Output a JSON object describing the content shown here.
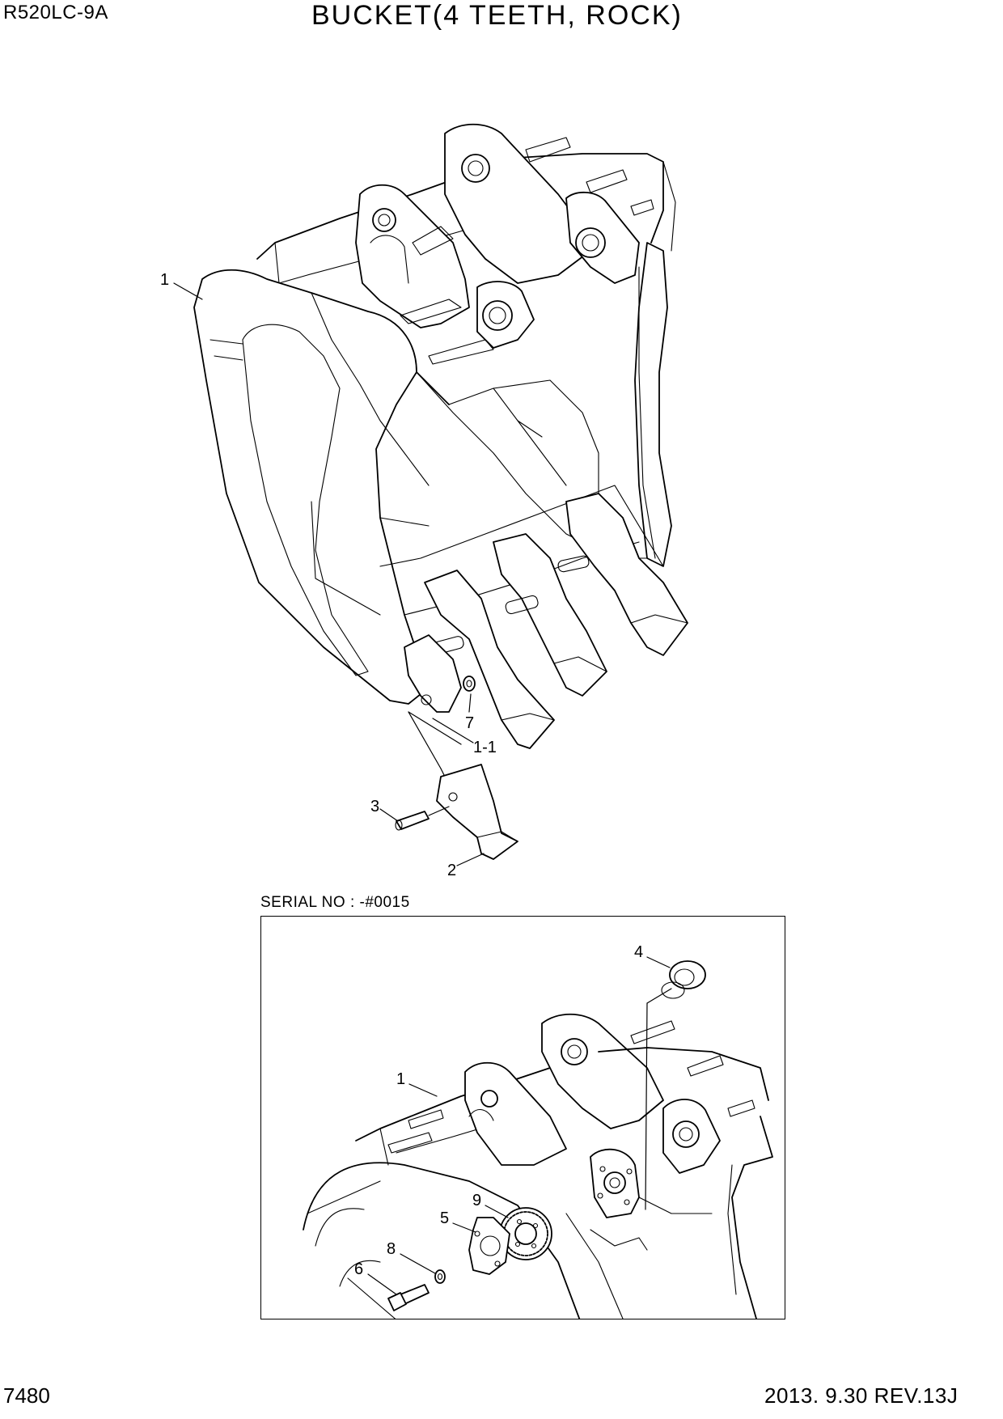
{
  "header": {
    "model": "R520LC-9A",
    "title": "BUCKET(4 TEETH, ROCK)"
  },
  "footer": {
    "page_number": "7480",
    "revision": "2013. 9.30  REV.13J"
  },
  "detail": {
    "serial_label": "SERIAL NO : -#0015"
  },
  "callouts": {
    "main": [
      {
        "label": "1"
      },
      {
        "label": "7"
      },
      {
        "label": "1-1"
      },
      {
        "label": "3"
      },
      {
        "label": "2"
      }
    ],
    "detail": [
      {
        "label": "4"
      },
      {
        "label": "1"
      },
      {
        "label": "9"
      },
      {
        "label": "5"
      },
      {
        "label": "8"
      },
      {
        "label": "6"
      }
    ]
  }
}
